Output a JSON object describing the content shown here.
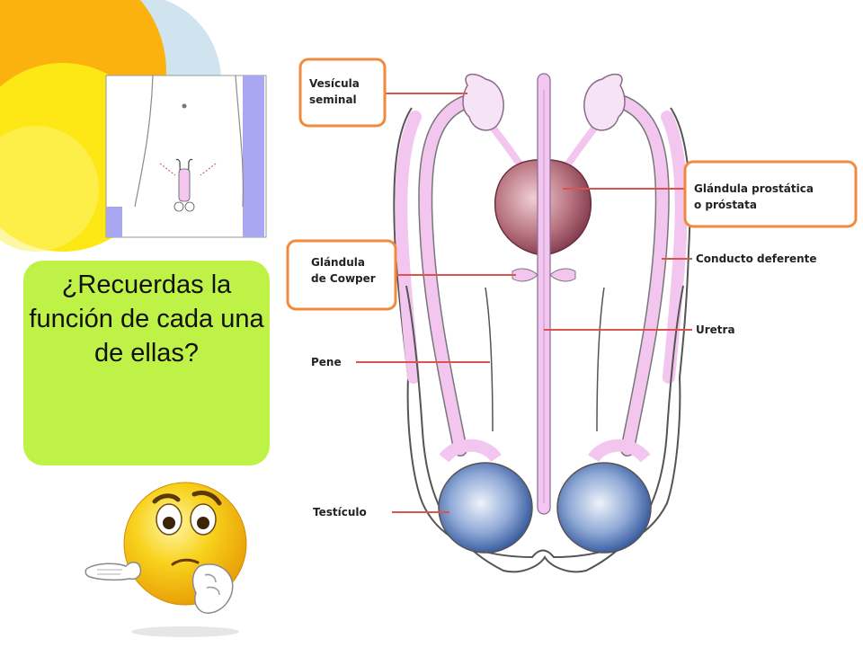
{
  "colors": {
    "accent_orange": "#fcb20e",
    "accent_yellow": "#fde816",
    "accent_blue": "#cfe4ee",
    "question_bg": "#bff246",
    "label_box": "#f08a3c",
    "leader": "#d9534f",
    "tissue": "#f2c6ef",
    "prostate": "#9c5466",
    "testis": "#3e66a8"
  },
  "question": {
    "text": "¿Recuerdas la función de cada una de ellas?"
  },
  "labels": {
    "vesicula_line1": "Vesícula",
    "vesicula_line2": "seminal",
    "prostata_line1": "Glándula prostática",
    "prostata_line2": "o próstata",
    "cowper_line1": "Glándula",
    "cowper_line2": "de Cowper",
    "conducto": "Conducto deferente",
    "uretra": "Uretra",
    "pene": "Pene",
    "testiculo": "Testículo"
  },
  "icons": {
    "emoji": "thinking-worried-face-icon",
    "locator": "body-locator-figure"
  }
}
